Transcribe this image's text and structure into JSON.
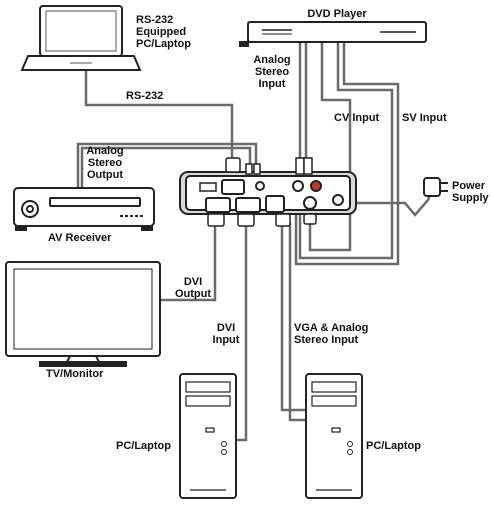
{
  "labels": {
    "rs232_pc": "RS-232\nEquipped\nPC/Laptop",
    "dvd_player": "DVD Player",
    "analog_stereo_input": "Analog\nStereo\nInput",
    "rs232_line": "RS-232",
    "cv_input": "CV Input",
    "sv_input": "SV Input",
    "analog_stereo_output": "Analog\nStereo\nOutput",
    "power_supply": "Power\nSupply",
    "av_receiver": "AV Receiver",
    "dvi_output": "DVI\nOutput",
    "dvi_input": "DVI\nInput",
    "vga_analog_input": "VGA & Analog\nStereo Input",
    "tv_monitor": "TV/Monitor",
    "pc_left": "PC/Laptop",
    "pc_right": "PC/Laptop"
  },
  "colors": {
    "stroke": "#222222",
    "cable": "#666666",
    "fill": "#ffffff",
    "panel": "#d9d9d9",
    "accent_red": "#c0392b"
  }
}
